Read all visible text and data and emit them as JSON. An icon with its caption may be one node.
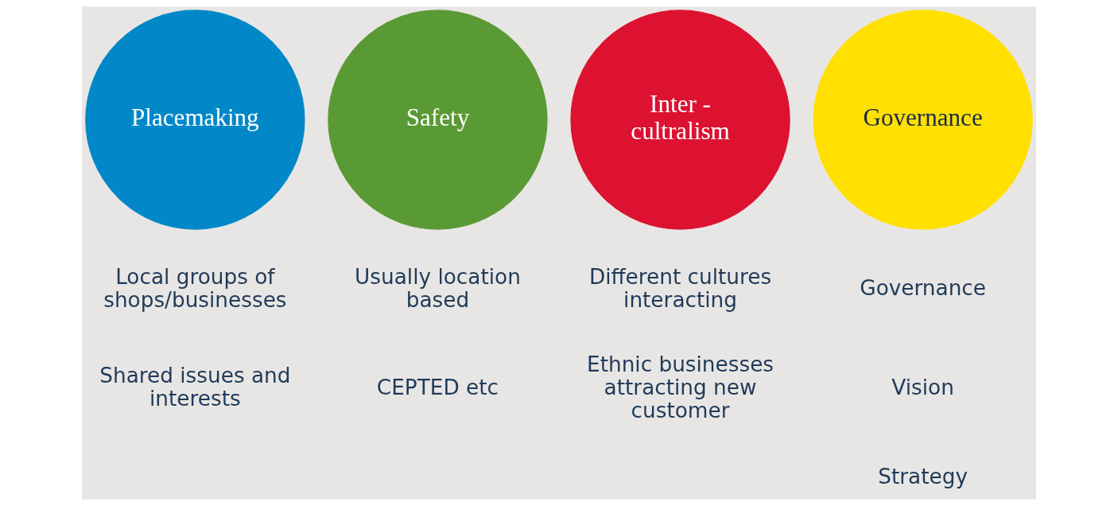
{
  "diagram": {
    "nodes": [
      {
        "text": [
          "Placemaking"
        ],
        "beside": [
          "Local groups of shops/businesses",
          "Shared issues and interests"
        ]
      },
      {
        "text": [
          "Safety"
        ],
        "beside": [
          "Usually location based",
          "CEPTED etc"
        ]
      },
      {
        "text": [
          "Inter - cultralism"
        ],
        "beside": [
          "Different cultures interacting",
          "Ethnic businesses attracting new customer"
        ]
      },
      {
        "text": [
          "Governance"
        ],
        "beside": [
          "Governance",
          "Vision",
          "Strategy"
        ]
      }
    ]
  }
}
